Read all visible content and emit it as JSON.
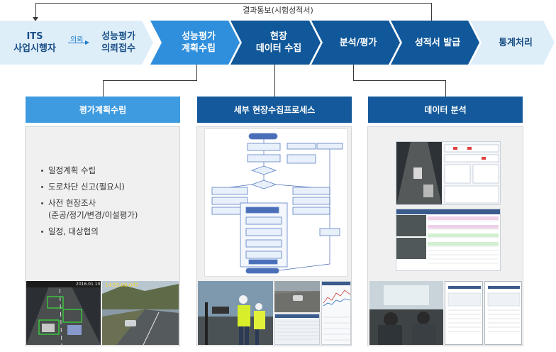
{
  "feedback": {
    "label": "결과통보(시험성적서)"
  },
  "request": {
    "label": "의뢰"
  },
  "steps": [
    {
      "line1": "ITS",
      "line2": "사업시행자",
      "color": "#1a4f86"
    },
    {
      "line1": "성능평가",
      "line2": "의뢰접수",
      "color": "#1a4f86"
    },
    {
      "line1": "성능평가",
      "line2": "계획수립",
      "color": "#ffffff"
    },
    {
      "line1": "현장",
      "line2": "데이터 수집",
      "color": "#ffffff"
    },
    {
      "line1": "분석/평가",
      "line2": "",
      "color": "#ffffff"
    },
    {
      "line1": "성적서 발급",
      "line2": "",
      "color": "#ffffff"
    },
    {
      "line1": "통계처리",
      "line2": "",
      "color": "#1a4f86"
    }
  ],
  "colors": {
    "light": "#deeef9",
    "mid": "#2f8fdc",
    "dark": "#10589a",
    "connector": "#3a3a3a"
  },
  "panels": [
    {
      "title": "평가계획수립"
    },
    {
      "title": "세부 현장수집프로세스"
    },
    {
      "title": "데이터 분석"
    }
  ],
  "plan_items": [
    {
      "text": "일정계획 수립"
    },
    {
      "text": "도로차단 신고(필요시)"
    },
    {
      "text": "사전 현장조사",
      "sub": "(준공/정기/변경/이설평가)"
    },
    {
      "text": "일정, 대상협의"
    }
  ],
  "photo_text": {
    "cam_date": "2016.01.10",
    "timestamp": "14:55:08:047"
  }
}
